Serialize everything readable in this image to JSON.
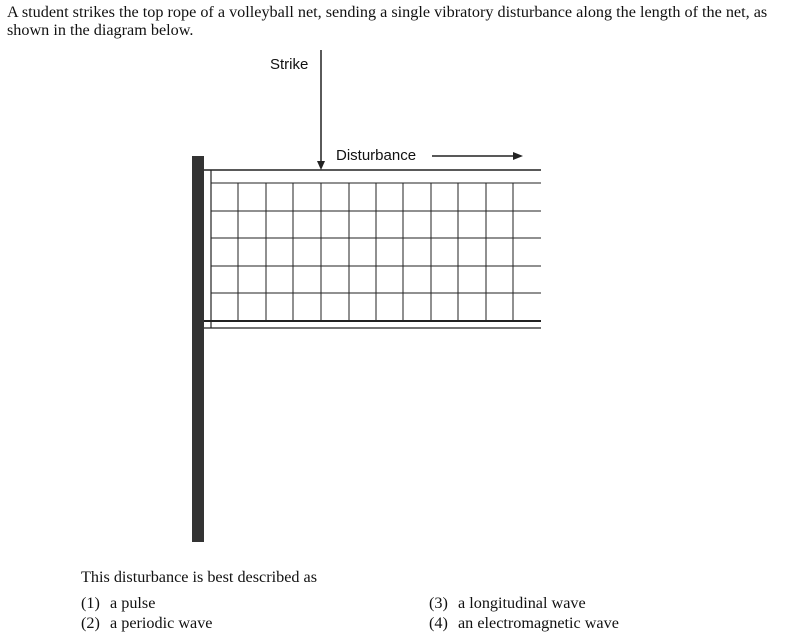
{
  "question": {
    "text": "A student strikes the top rope of a volleyball net, sending a single vibratory disturbance along the length of the net, as shown in the diagram below.",
    "stem": "This disturbance is best described as"
  },
  "diagram": {
    "strike_label": "Strike",
    "disturbance_label": "Disturbance"
  },
  "choices": [
    {
      "num": "(1)",
      "text": "a pulse"
    },
    {
      "num": "(2)",
      "text": "a periodic wave"
    },
    {
      "num": "(3)",
      "text": "a longitudinal wave"
    },
    {
      "num": "(4)",
      "text": "an electromagnetic wave"
    }
  ]
}
